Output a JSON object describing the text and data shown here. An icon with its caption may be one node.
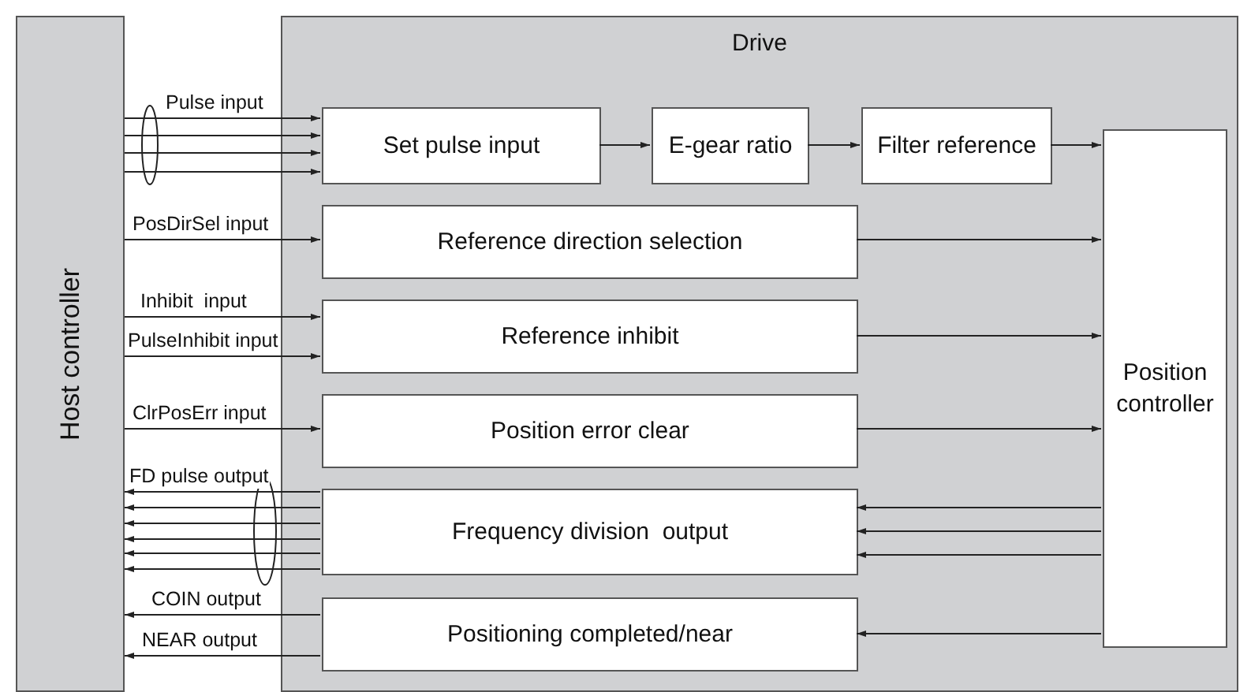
{
  "diagram": {
    "nodes": [
      {
        "text": [
          "Host controller"
        ]
      },
      {
        "text": [
          "Drive"
        ]
      },
      {
        "text": [
          "Set pulse input"
        ],
        "in": 1
      },
      {
        "text": [
          "E-gear ratio"
        ],
        "in": 1
      },
      {
        "text": [
          "Filter reference"
        ],
        "in": 1
      },
      {
        "text": [
          "Position controller"
        ],
        "in": 1
      },
      {
        "text": [
          "Reference direction selection"
        ],
        "in": 1
      },
      {
        "text": [
          "Reference inhibit"
        ],
        "in": 1
      },
      {
        "text": [
          "Position error clear"
        ],
        "in": 1
      },
      {
        "text": [
          "Frequency division  output"
        ],
        "in": 1
      },
      {
        "text": [
          "Positioning completed/near"
        ],
        "in": 1
      }
    ],
    "edges": [
      {
        "from": 0,
        "to": 2,
        "arrow": "to",
        "label": "Pulse input"
      },
      {
        "from": 0,
        "to": 2,
        "arrow": "to"
      },
      {
        "from": 0,
        "to": 2,
        "arrow": "to"
      },
      {
        "from": 0,
        "to": 2,
        "arrow": "to"
      },
      {
        "from": 0,
        "to": 6,
        "arrow": "to",
        "label": "PosDirSel input"
      },
      {
        "from": 0,
        "to": 7,
        "arrow": "to",
        "label": "Inhibit  input"
      },
      {
        "from": 0,
        "to": 7,
        "arrow": "to",
        "label": "PulseInhibit input"
      },
      {
        "from": 0,
        "to": 8,
        "arrow": "to",
        "label": "ClrPosErr input"
      },
      {
        "from": 9,
        "to": 0,
        "arrow": "to",
        "label": "FD pulse output"
      },
      {
        "from": 9,
        "to": 0,
        "arrow": "to"
      },
      {
        "from": 9,
        "to": 0,
        "arrow": "to"
      },
      {
        "from": 9,
        "to": 0,
        "arrow": "to"
      },
      {
        "from": 9,
        "to": 0,
        "arrow": "to"
      },
      {
        "from": 9,
        "to": 0,
        "arrow": "to"
      },
      {
        "from": 10,
        "to": 0,
        "arrow": "to",
        "label": "COIN output"
      },
      {
        "from": 10,
        "to": 0,
        "arrow": "to",
        "label": "NEAR output"
      },
      {
        "from": 2,
        "to": 3,
        "arrow": "to"
      },
      {
        "from": 3,
        "to": 4,
        "arrow": "to"
      },
      {
        "from": 4,
        "to": 5,
        "arrow": "to"
      },
      {
        "from": 6,
        "to": 5,
        "arrow": "to"
      },
      {
        "from": 7,
        "to": 5,
        "arrow": "to"
      },
      {
        "from": 8,
        "to": 5,
        "arrow": "to"
      },
      {
        "from": 5,
        "to": 9,
        "arrow": "to"
      },
      {
        "from": 5,
        "to": 9,
        "arrow": "to"
      },
      {
        "from": 5,
        "to": 9,
        "arrow": "to"
      },
      {
        "from": 5,
        "to": 10,
        "arrow": "to"
      }
    ]
  }
}
